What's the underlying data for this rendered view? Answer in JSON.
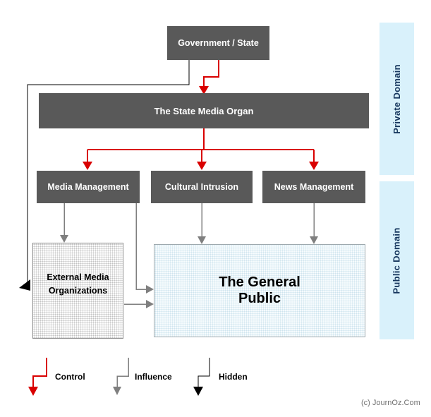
{
  "diagram": {
    "nodes": {
      "government": {
        "label": "Government / State"
      },
      "state_media_organ": {
        "label": "The State Media Organ"
      },
      "media_management": {
        "label": "Media Management"
      },
      "cultural_intrusion": {
        "label": "Cultural Intrusion"
      },
      "news_management": {
        "label": "News Management"
      },
      "external_media": {
        "label_line1": "External Media",
        "label_line2": "Organizations"
      },
      "general_public": {
        "label_line1": "The General",
        "label_line2": "Public"
      }
    },
    "domains": {
      "private": {
        "label": "Private Domain"
      },
      "public": {
        "label": "Public Domain"
      }
    },
    "legend": {
      "control": {
        "label": "Control"
      },
      "influence": {
        "label": "Influence"
      },
      "hidden": {
        "label": "Hidden"
      }
    },
    "edges": [
      {
        "from": "Government / State",
        "to": "The State Media Organ",
        "type": "control"
      },
      {
        "from": "Government / State",
        "to": "External Media Organizations",
        "type": "hidden"
      },
      {
        "from": "The State Media Organ",
        "to": "Media Management",
        "type": "control"
      },
      {
        "from": "The State Media Organ",
        "to": "Cultural Intrusion",
        "type": "control"
      },
      {
        "from": "The State Media Organ",
        "to": "News Management",
        "type": "control"
      },
      {
        "from": "Media Management",
        "to": "External Media Organizations",
        "type": "influence"
      },
      {
        "from": "Media Management",
        "to": "The General Public",
        "type": "influence"
      },
      {
        "from": "Cultural Intrusion",
        "to": "The General Public",
        "type": "influence"
      },
      {
        "from": "News Management",
        "to": "The General Public",
        "type": "influence"
      },
      {
        "from": "External Media Organizations",
        "to": "The General Public",
        "type": "influence"
      }
    ],
    "credit": "(c) JournOz.Com"
  },
  "colors": {
    "control": "#d90000",
    "influence": "#7f7f7f",
    "hidden": "#000000",
    "node_fill": "#595959",
    "node_text": "#ffffff",
    "domain_fill": "#d9f1fb",
    "domain_text": "#17375e"
  }
}
